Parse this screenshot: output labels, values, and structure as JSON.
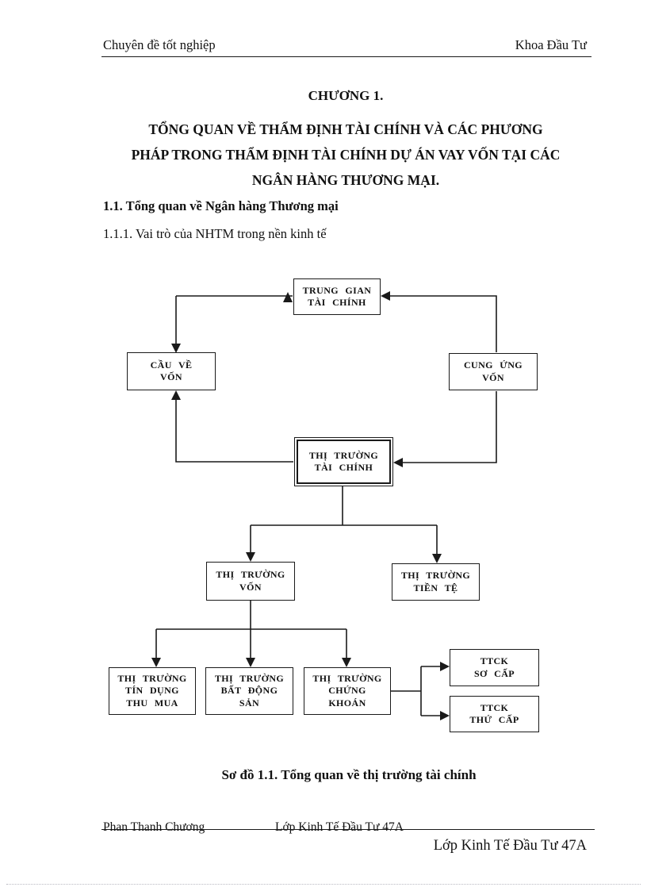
{
  "header": {
    "left": "Chuyên đề tốt nghiệp",
    "right": "Khoa Đầu Tư"
  },
  "chapter": {
    "kicker": "CHƯƠNG 1.",
    "title_lines": [
      "TỔNG QUAN VỀ THẨM ĐỊNH TÀI CHÍNH VÀ CÁC PHƯƠNG",
      "PHÁP TRONG THẨM ĐỊNH TÀI CHÍNH DỰ ÁN VAY VỐN TẠI CÁC",
      "NGÂN HÀNG THƯƠNG MẠI."
    ]
  },
  "sections": {
    "s11": "1.1. Tổng quan về Ngân hàng Thương mại",
    "s111": "1.1.1. Vai trò của NHTM trong nền kinh tế"
  },
  "diagram": {
    "caption": "Sơ đồ 1.1. Tổng quan về thị trường tài chính",
    "nodes": {
      "trung_gian": "TRUNG GIAN\nTÀI CHÍNH",
      "cau_ve_von": "CẦU VỀ\nVỐN",
      "cung_ung_von": "CUNG ỨNG\nVỐN",
      "tai_chinh": "THỊ TRƯỜNG\nTÀI CHÍNH",
      "von": "THỊ TRƯỜNG\nVỐN",
      "tien_te": "THỊ TRƯỜNG\nTIỀN TỆ",
      "tin_dung": "THỊ TRƯỜNG\nTÍN DỤNG\nTHU MUA",
      "bat_dong_san": "THỊ TRƯỜNG\nBẤT ĐỘNG\nSẢN",
      "chung_khoan": "THỊ TRƯỜNG\nCHỨNG\nKHOÁN",
      "so_cap": "TTCK\nSƠ CẤP",
      "thu_cap": "TTCK\nTHỨ CẤP"
    },
    "line_color": "#1a1a1a"
  },
  "footer": {
    "author": "Phan Thanh Chương",
    "class_line1": "Lớp Kinh Tế Đầu Tư 47A",
    "class_line2": "Lớp Kinh Tế Đầu Tư 47A"
  }
}
